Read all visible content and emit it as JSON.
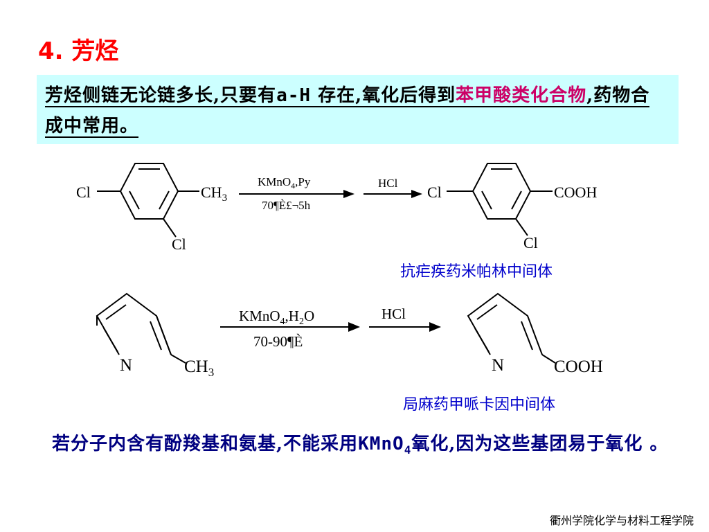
{
  "title": "4. 芳烃",
  "callout": {
    "part1": "芳烃侧链无论链多长,只要有",
    "alpha_h": "a-H",
    "part2": " 存在,氧化后得到",
    "highlight": "苯甲酸类化合物",
    "part3": ",药物合成中常用。"
  },
  "reaction1": {
    "reactant_left": "Cl",
    "reactant_methyl": "CH",
    "reactant_methyl_sub": "3",
    "reactant_bottom": "Cl",
    "reagent_top": "KMnO",
    "reagent_top_sub": "4",
    "reagent_top_tail": ",Py",
    "reagent_bottom": "70¶È£¬5h",
    "acid": "HCl",
    "product_left": "Cl",
    "product_right": "COOH",
    "product_bottom": "Cl",
    "caption": "抗疟疾药米帕林中间体"
  },
  "reaction2": {
    "reactant_n": "N",
    "reactant_methyl": "CH",
    "reactant_methyl_sub": "3",
    "reagent_top": "KMnO",
    "reagent_top_sub1": "4",
    "reagent_top_mid": ",H",
    "reagent_top_sub2": "2",
    "reagent_top_tail": "O",
    "reagent_bottom": "70-90¶È",
    "acid": "HCl",
    "product_n": "N",
    "product_right": "COOH",
    "caption": "局麻药甲哌卡因中间体"
  },
  "note": {
    "part1": "若分子内含有酚羧基和氨基,不能采用",
    "formula": "KMnO",
    "formula_sub": "4",
    "part2": "氧化,因为这些基团易于氧化 。"
  },
  "footer": "衢州学院化学与材料工程学院"
}
